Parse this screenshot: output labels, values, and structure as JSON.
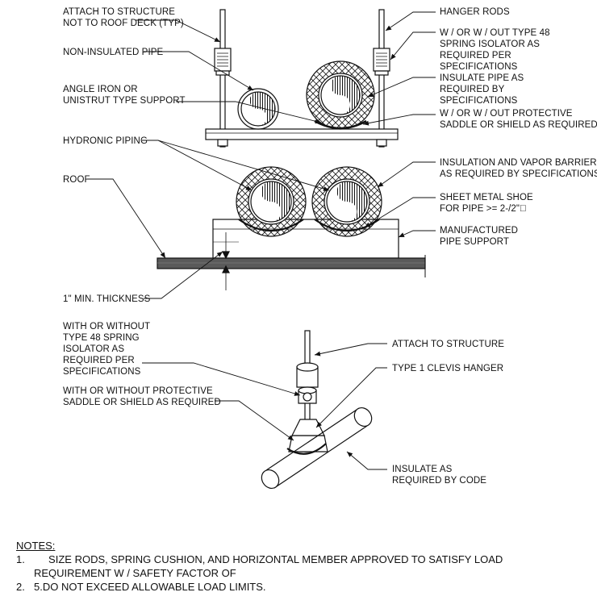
{
  "labels": {
    "attach_structure_roof": [
      "ATTACH TO STRUCTURE",
      "NOT TO ROOF DECK (TYP)"
    ],
    "non_insulated_pipe": [
      "NON-INSULATED PIPE"
    ],
    "angle_iron": [
      "ANGLE IRON OR",
      "UNISTRUT TYPE SUPPORT"
    ],
    "hydronic_piping": [
      "HYDRONIC PIPING"
    ],
    "roof": [
      "ROOF"
    ],
    "min_thickness": [
      "1\" MIN. THICKNESS"
    ],
    "hanger_rods": [
      "HANGER RODS"
    ],
    "spring_isolator": [
      "W / OR  W / OUT TYPE 48",
      "SPRING ISOLATOR AS",
      "REQUIRED PER",
      "SPECIFICATIONS"
    ],
    "insulate_pipe": [
      "INSULATE PIPE AS",
      "REQUIRED BY",
      "SPECIFICATIONS"
    ],
    "protective_saddle": [
      "W / OR  W / OUT PROTECTIVE",
      "SADDLE OR SHIELD  AS REQUIRED"
    ],
    "insulation_vapor": [
      "INSULATION AND VAPOR BARRIER",
      "AS REQUIRED BY SPECIFICATIONS"
    ],
    "sheet_metal_shoe": [
      "SHEET METAL SHOE",
      "FOR PIPE >= 2-/2\"⃞"
    ],
    "manufactured_support": [
      "MANUFACTURED",
      "PIPE SUPPORT"
    ],
    "with_or_without_spring": [
      "WITH OR  WITHOUT",
      "TYPE 48 SPRING",
      "ISOLATOR AS",
      "REQUIRED PER",
      "SPECIFICATIONS"
    ],
    "with_or_without_saddle": [
      "WITH OR  WITHOUT PROTECTIVE",
      "SADDLE OR SHIELD  AS REQUIRED"
    ],
    "attach_structure": [
      "ATTACH TO STRUCTURE"
    ],
    "clevis_hanger": [
      "TYPE 1 CLEVIS HANGER"
    ],
    "insulate_code": [
      "INSULATE AS",
      "REQUIRED BY CODE"
    ]
  },
  "notes": {
    "heading": "NOTES:",
    "items": [
      {
        "num": "1.",
        "lines": [
          "     SIZE RODS, SPRING CUSHION, AND HORIZONTAL MEMBER APPROVED TO SATISFY LOAD",
          "REQUIREMENT W / SAFETY FACTOR OF"
        ]
      },
      {
        "num": "2.",
        "lines": [
          "5.DO NOT EXCEED ALLOWABLE LOAD LIMITS."
        ]
      }
    ]
  }
}
